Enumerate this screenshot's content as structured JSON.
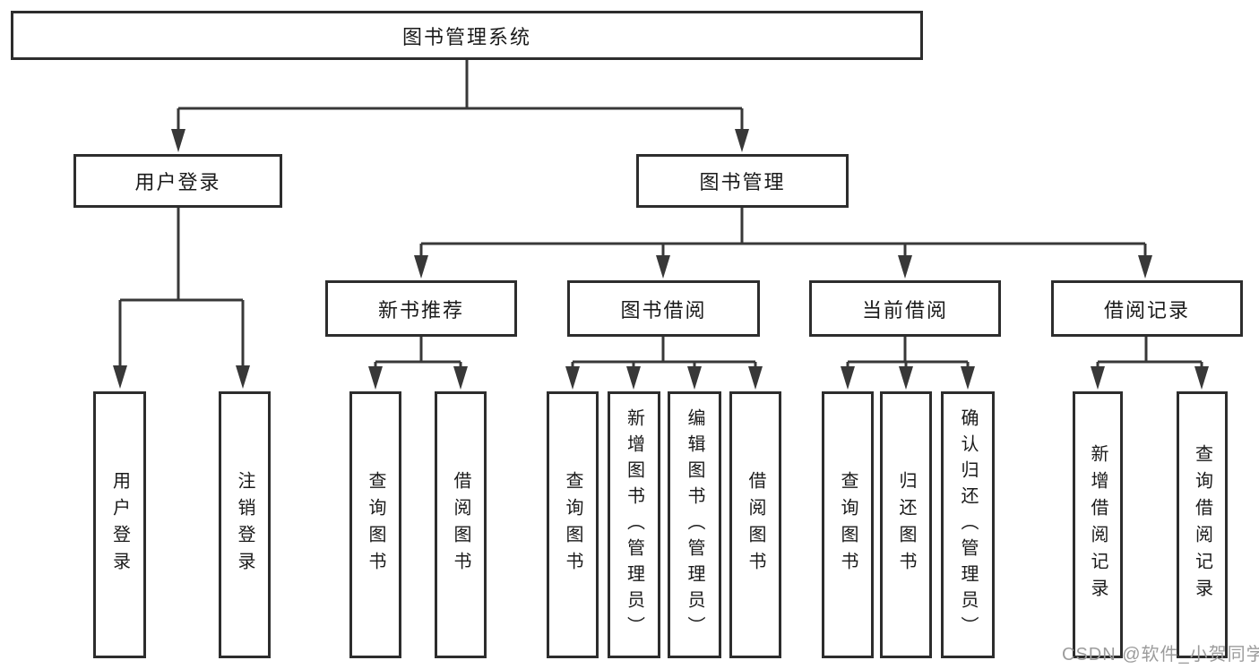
{
  "nodes": {
    "root": "图书管理系统",
    "user_login": "用户登录",
    "book_mgmt": "图书管理",
    "new_book_rec": "新书推荐",
    "book_borrow": "图书借阅",
    "current_borrow": "当前借阅",
    "borrow_record": "借阅记录",
    "leaf_user_login": "用户登录",
    "leaf_logout": "注销登录",
    "leaf_query_book_rec": "查询图书",
    "leaf_borrow_book_rec": "借阅图书",
    "leaf_query_book_borrow": "查询图书",
    "leaf_add_book": "新增图书（管理员）",
    "leaf_edit_book": "编辑图书（管理员）",
    "leaf_borrow_book_borrow": "借阅图书",
    "leaf_query_book_current": "查询图书",
    "leaf_return_book": "归还图书",
    "leaf_confirm_return": "确认归还（管理员）",
    "leaf_add_record": "新增借阅记录",
    "leaf_query_record": "查询借阅记录"
  },
  "watermark": "CSDN @软件_小贺同学",
  "colors": {
    "line": "#383838",
    "box_border": "#2d2d2d",
    "text": "#1a1a1a",
    "watermark": "#9c9c9c",
    "background": "#ffffff"
  }
}
